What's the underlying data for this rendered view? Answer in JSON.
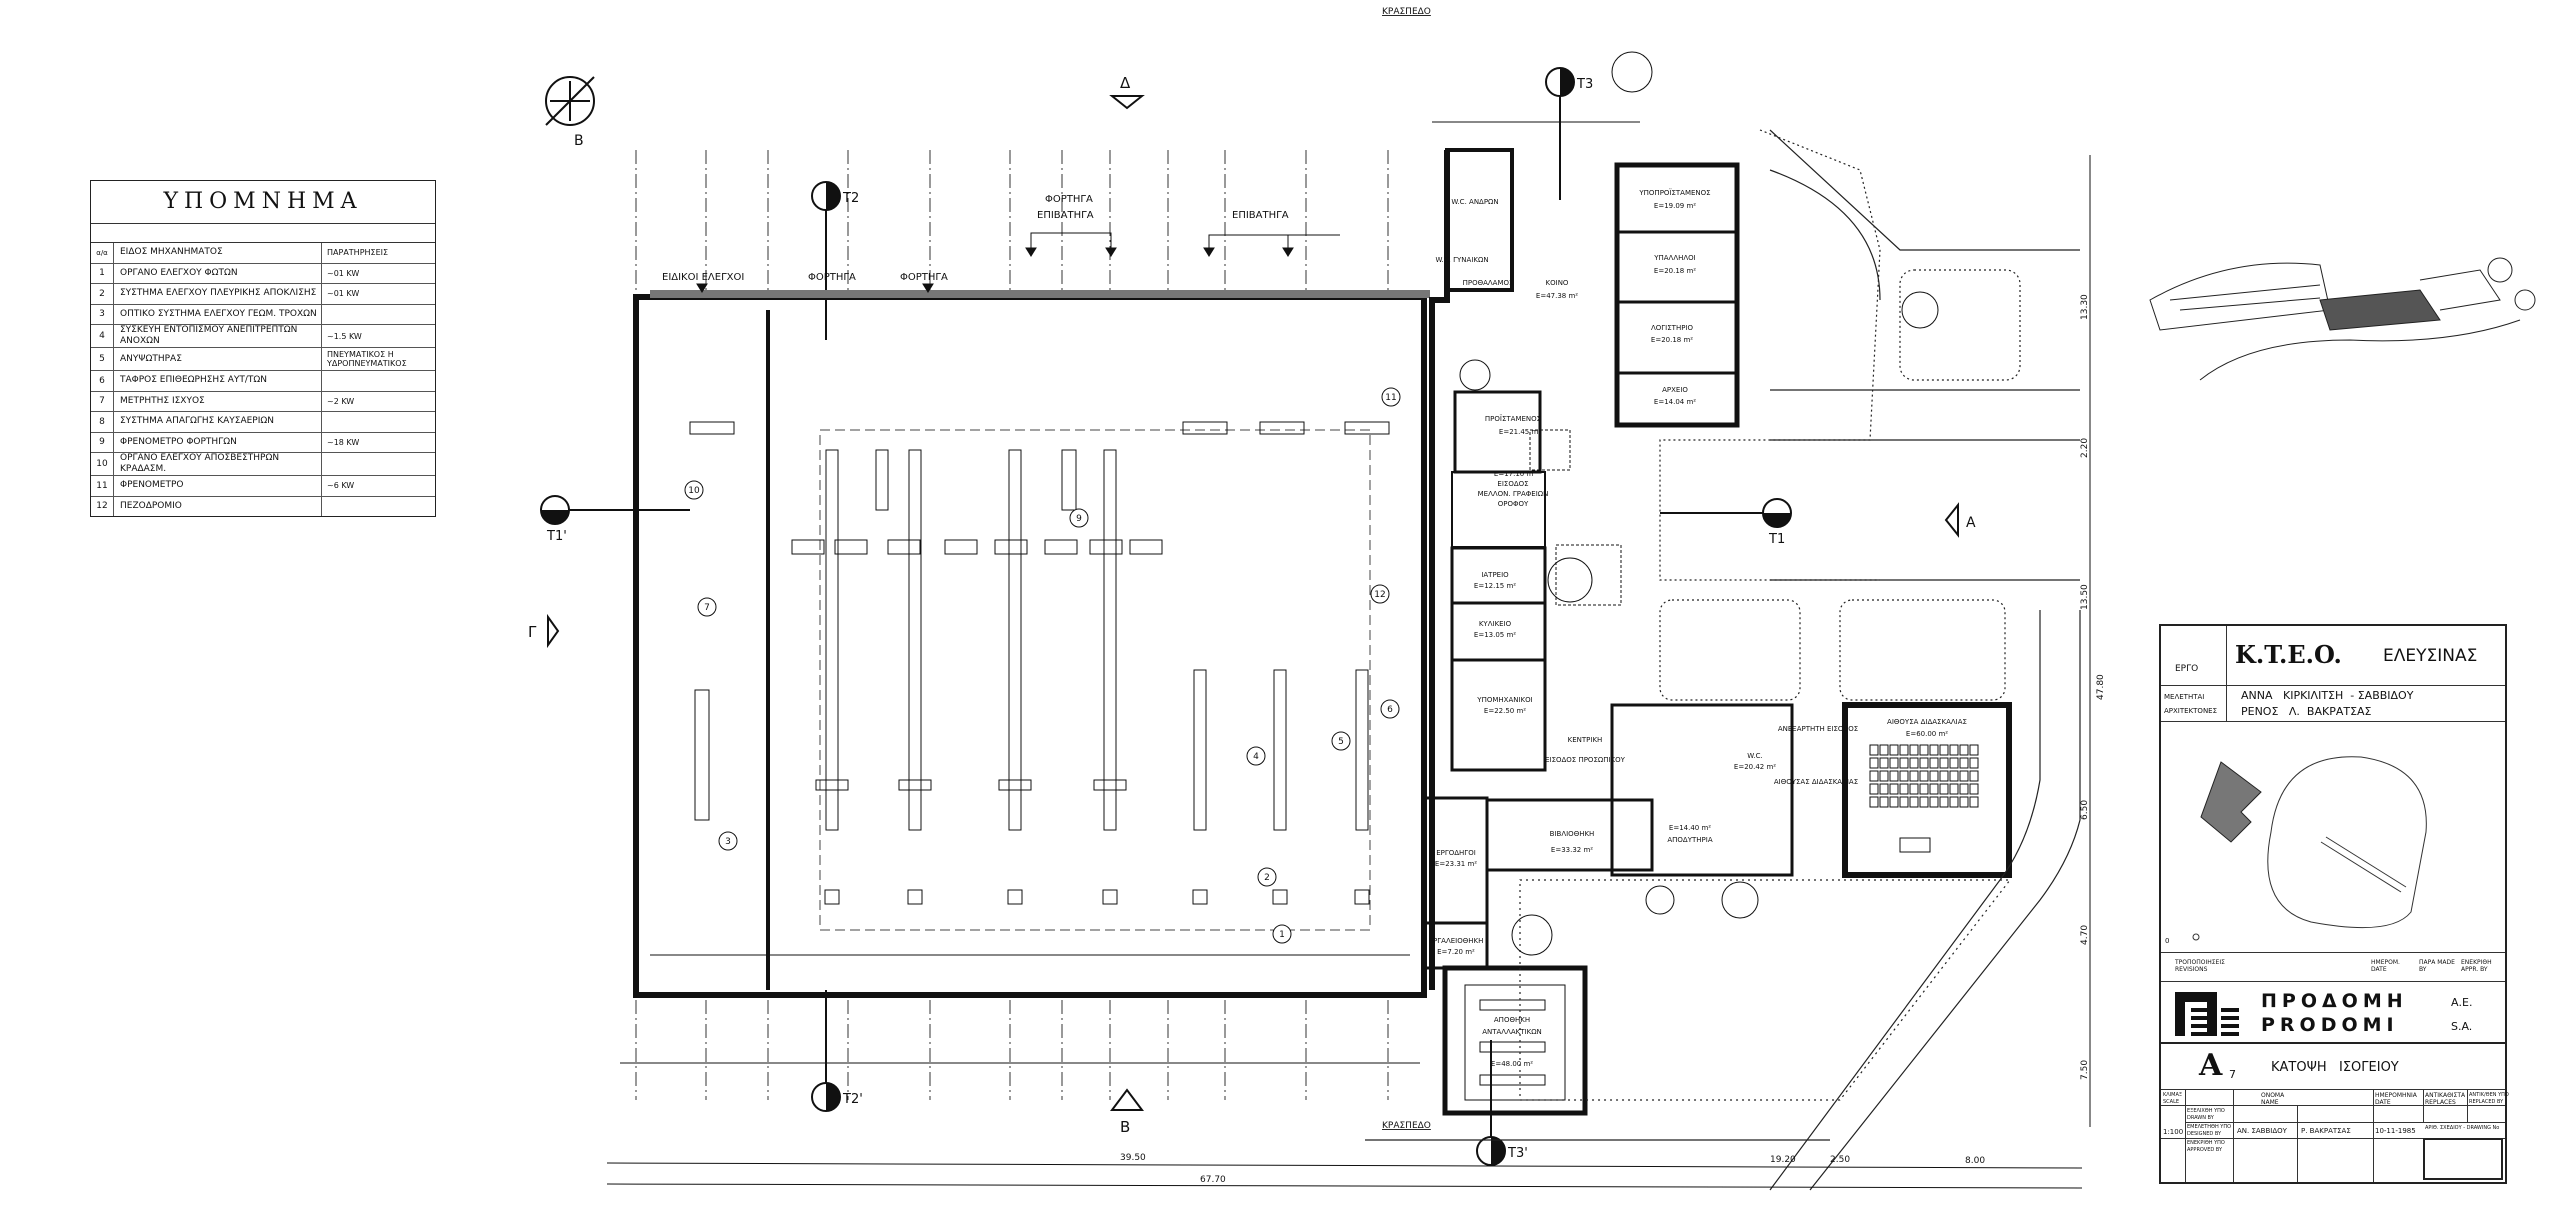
{
  "legend": {
    "title": "ΥΠΟΜΝΗΜΑ",
    "col_no": "α/α",
    "col_type": "ΕΙΔΟΣ ΜΗΧΑΝΗΜΑΤΟΣ",
    "col_notes": "ΠΑΡΑΤΗΡΗΣΕΙΣ",
    "rows": [
      {
        "no": "1",
        "type": "ΟΡΓΑΝΟ ΕΛΕΓΧΟΥ ΦΩΤΩΝ",
        "note": "~01 KW"
      },
      {
        "no": "2",
        "type": "ΣΥΣΤΗΜΑ ΕΛΕΓΧΟΥ ΠΛΕΥΡΙΚΗΣ ΑΠΟΚΛΙΣΗΣ",
        "note": "~01 KW"
      },
      {
        "no": "3",
        "type": "ΟΠΤΙΚΟ ΣΥΣΤΗΜΑ ΕΛΕΓΧΟΥ ΓΕΩΜ. ΤΡΟΧΩΝ",
        "note": ""
      },
      {
        "no": "4",
        "type": "ΣΥΣΚΕΥΗ ΕΝΤΟΠΙΣΜΟΥ ΑΝΕΠΙΤΡΕΠΤΩΝ ΑΝΟΧΩΝ",
        "note": "~1.5 KW"
      },
      {
        "no": "5",
        "type": "ΑΝΥΨΩΤΗΡΑΣ",
        "note": "ΠΝΕΥΜΑΤΙΚΟΣ Η ΥΔΡΟΠΝΕΥΜΑΤΙΚΟΣ"
      },
      {
        "no": "6",
        "type": "ΤΑΦΡΟΣ ΕΠΙΘΕΩΡΗΣΗΣ ΑΥΤ/ΤΩΝ",
        "note": ""
      },
      {
        "no": "7",
        "type": "ΜΕΤΡΗΤΗΣ ΙΣΧΥΟΣ",
        "note": "~2 KW"
      },
      {
        "no": "8",
        "type": "ΣΥΣΤΗΜΑ ΑΠΑΓΩΓΗΣ ΚΑΥΣΑΕΡΙΩΝ",
        "note": ""
      },
      {
        "no": "9",
        "type": "ΦΡΕΝΟΜΕΤΡΟ ΦΟΡΤΗΓΩΝ",
        "note": "~18 KW"
      },
      {
        "no": "10",
        "type": "ΟΡΓΑΝΟ ΕΛΕΓΧΟΥ ΑΠΟΣΒΕΣΤΗΡΩΝ ΚΡΑΔΑΣΜ.",
        "note": ""
      },
      {
        "no": "11",
        "type": "ΦΡΕΝΟΜΕΤΡΟ",
        "note": "~6 KW"
      },
      {
        "no": "12",
        "type": "ΠΕΖΟΔΡΟΜΙΟ",
        "note": ""
      }
    ]
  },
  "plan": {
    "curb_top": "ΚΡΑΣΠΕΔΟ",
    "curb_bottom": "ΚΡΑΣΠΕΔΟ",
    "north_label": "Β",
    "view_top": "Δ",
    "view_bottom": "Β",
    "view_left": "Γ",
    "view_right": "Α",
    "sections": {
      "t1": "T1",
      "t1p": "T1'",
      "t2": "T2",
      "t2p": "T2'",
      "t3": "T3",
      "t3p": "T3'"
    },
    "lanes": {
      "special": "ΕΙΔΙΚΟΙ ΕΛΕΓΧΟΙ",
      "truck1": "ΦΟΡΤΗΓΑ",
      "truck2": "ΦΟΡΤΗΓΑ",
      "mixed_1": "ΦΟΡΤΗΓΑ",
      "mixed_2": "ΕΠΙΒΑΤΗΓΑ",
      "passenger": "ΕΠΙΒΑΤΗΓΑ"
    },
    "markers": [
      "1",
      "2",
      "3",
      "4",
      "5",
      "6",
      "7",
      "9",
      "10",
      "11",
      "12"
    ],
    "rooms": {
      "wc_men": "W.C. ΑΝΔΡΩΝ",
      "wc_women": "W.C. ΓΥΝΑΙΚΩΝ",
      "anteroom": "ΠΡΟΘΑΛΑΜΟΣ",
      "common": "ΚΟΙΝΟ",
      "common_area": "E=47.38 m²",
      "deputy": "ΥΠΟΠΡΟΪΣΤΑΜΕΝΟΣ",
      "deputy_area": "E=19.09 m²",
      "staff": "ΥΠΑΛΛΗΛΟΙ",
      "staff_area": "E=20.18 m²",
      "accounting": "ΛΟΓΙΣΤΗΡΙΟ",
      "accounting_area": "E=20.18 m²",
      "archive": "ΑΡΧΕΙΟ",
      "archive_area": "E=14.04 m²",
      "head": "ΠΡΟΪΣΤΑΜΕΝΟΣ",
      "head_area": "E=21.45 m²",
      "future_entry_1": "ΕΙΣΟΔΟΣ",
      "future_entry_2": "ΜΕΛΛΟΝ. ΓΡΑΦΕΙΩΝ",
      "future_entry_3": "ΟΡΟΦΟΥ",
      "future_entry_area": "E=17.10 m²",
      "infirmary": "ΙΑΤΡΕΙΟ",
      "infirmary_area": "E=12.15 m²",
      "canteen": "ΚΥΛΙΚΕΙΟ",
      "canteen_area": "E=13.05 m²",
      "subengineers": "ΥΠΟΜΗΧΑΝΙΚΟΙ",
      "subengineers_area": "E=22.50 m²",
      "staff_entry_1": "ΚΕΝΤΡΙΚΗ",
      "staff_entry_2": "ΕΙΣΟΔΟΣ ΠΡΟΣΩΠΙΚΟΥ",
      "wc": "W.C.",
      "wc_area": "E=20.42 m²",
      "lockers": "ΑΠΟΔΥΤΗΡΙΑ",
      "lockers_area": "E=14.40 m²",
      "hall_entry_1": "ΑΝΕΞΑΡΤΗΤΗ ΕΙΣΟΔΟΣ",
      "hall_entry_2": "ΑΙΘΟΥΣΑΣ ΔΙΔΑΣΚΑΛΙΑΣ",
      "classroom": "ΑΙΘΟΥΣΑ ΔΙΔΑΣΚΑΛΙΑΣ",
      "classroom_area": "E=60.00 m²",
      "library": "ΒΙΒΛΙΟΘΗΚΗ",
      "library_area": "E=33.32 m²",
      "foremen": "ΕΡΓΟΔΗΓΟΙ",
      "foremen_area": "E=23.31 m²",
      "toolroom": "ΕΡΓΑΛΕΙΟΘΗΚΗ",
      "toolroom_area": "E=7.20 m²",
      "spares_1": "ΑΠΟΘΗΚΗ",
      "spares_2": "ΑΝΤΑΛΛΑΚΤΙΚΩΝ",
      "spares_area": "E=48.00 m²"
    },
    "dims": {
      "total": "67.70",
      "partial": "39.50",
      "d1": "19.20",
      "d2": "2.50",
      "d3": "8.00",
      "v1": "13.30",
      "v2": "2.20",
      "v3": "47.80",
      "v4": "6.50",
      "v5": "4.70",
      "v6": "7.50",
      "v7": "13.50"
    }
  },
  "title_block": {
    "project_label": "ΕΡΓΟ",
    "project": "K.T.E.O.",
    "project_place": "ΕΛΕΥΣΙΝΑΣ",
    "designers_label_1": "ΜΕΛΕΤΗΤΑΙ",
    "designers_label_2": "ΑΡΧΙΤΕΚΤΟΝΕΣ",
    "designer_1": "ΑΝΝΑ   ΚΙΡΚΙΛΙΤΣΗ  - ΣΑΒΒΙΔΟΥ",
    "designer_2": "ΡΕΝΟΣ   Λ.  ΒΑΚΡΑΤΣΑΣ",
    "revisions": "ΤΡΟΠΟΠΟΙΗΣΕΙΣ REVISIONS",
    "rev_date": "ΗΜΕΡΟΜ. DATE",
    "rev_made": "ΠΑΡΑ MADE BY",
    "rev_appr": "ΕΝΕΚΡΙΘΗ APPR. BY",
    "rev_zero": "0",
    "company_gr": "ΠΡΟΔΟΜΗ",
    "company_gr_suffix": "Α.Ε.",
    "company_en": "PRODOMI",
    "company_en_suffix": "S.A.",
    "sheet": "A",
    "sheet_no": "7",
    "sheet_title": "ΚΑΤΟΨΗ   ΙΣΟΓΕΙΟΥ",
    "scale_label": "ΚΛΙΜΑΞ SCALE",
    "scale": "1:100",
    "name_label": "ΟΝΟΜΑ NAME",
    "date_label": "ΗΜΕΡΟΜΗΝΙΑ DATE",
    "replaces_label": "ΑΝΤΙΚΑΘΙΣΤΑ REPLACES",
    "replaced_by_label": "ΑΝΤΙΚ/ΘΕΝ ΥΠΟ REPLACED BY",
    "drawn_label": "ΕΞΕΛΙΧΘΗ ΥΠΟ DRAWN BY",
    "designed_label": "ΕΜΕΛΕΤΗΘΗ ΥΠΟ DESIGNED BY",
    "approved_label": "ΕΝΕΚΡΙΘΗ ΥΠΟ APPROVED BY",
    "designed_by_1": "ΑΝ. ΣΑΒΒΙΔΟΥ",
    "designed_by_2": "Ρ. ΒΑΚΡΑΤΣΑΣ",
    "designed_date": "10-11-1985",
    "drawing_no_label": "ΑΡΙΘ. ΣΧΕΔΙΟΥ - DRAWING No"
  }
}
